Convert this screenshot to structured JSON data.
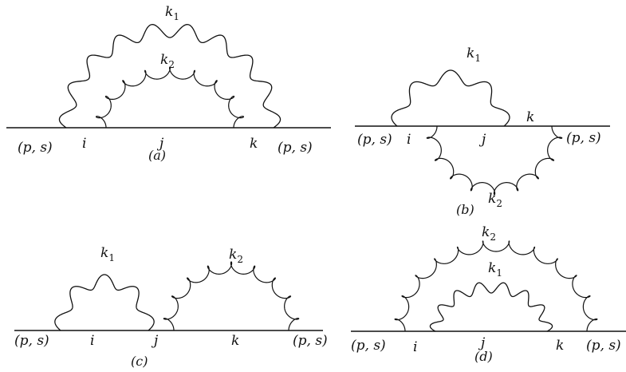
{
  "diagrams": {
    "a": {
      "caption": "(a)",
      "vertex_i": "i",
      "vertex_j": "j",
      "vertex_k": "k",
      "state_left": "(p, s)",
      "state_right": "(p, s)",
      "photon_label": "k",
      "photon_sub": "1",
      "gluon_label": "k",
      "gluon_sub": "2"
    },
    "b": {
      "caption": "(b)",
      "vertex_i": "i",
      "vertex_j": "j",
      "vertex_k": "k",
      "state_left": "(p, s)",
      "state_right": "(p, s)",
      "photon_label": "k",
      "photon_sub": "1",
      "gluon_label": "k",
      "gluon_sub": "2"
    },
    "c": {
      "caption": "(c)",
      "vertex_i": "i",
      "vertex_j": "j",
      "vertex_k": "k",
      "state_left": "(p, s)",
      "state_right": "(p, s)",
      "photon_label": "k",
      "photon_sub": "1",
      "gluon_label": "k",
      "gluon_sub": "2"
    },
    "d": {
      "caption": "(d)",
      "vertex_i": "i",
      "vertex_j": "j",
      "vertex_k": "k",
      "state_left": "(p, s)",
      "state_right": "(p, s)",
      "photon_label": "k",
      "photon_sub": "1",
      "gluon_label": "k",
      "gluon_sub": "2"
    }
  }
}
